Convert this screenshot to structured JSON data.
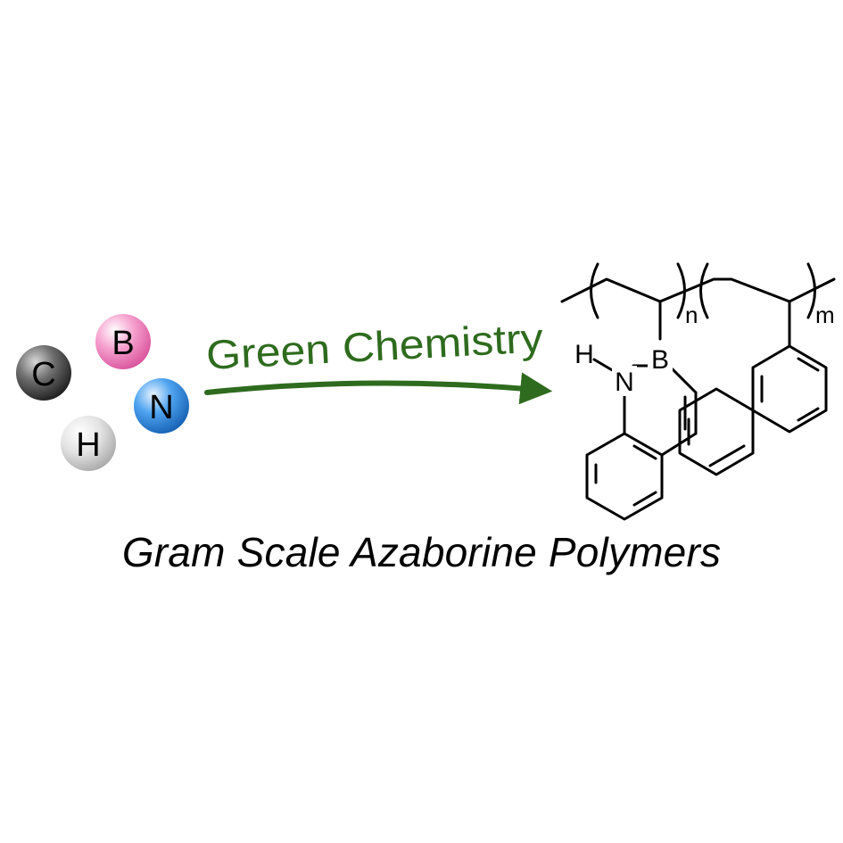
{
  "atoms": [
    {
      "symbol": "C",
      "color": "#4a4a4a"
    },
    {
      "symbol": "B",
      "color": "#f07bb8"
    },
    {
      "symbol": "N",
      "color": "#2f8de0"
    },
    {
      "symbol": "H",
      "color": "#cfcfcf"
    }
  ],
  "arrow": {
    "label": "Green Chemistry",
    "color": "#2e6b1e"
  },
  "structure": {
    "heteroatoms": {
      "n": "N",
      "b": "B",
      "h": "H"
    },
    "subscripts": {
      "first": "n",
      "second": "m"
    },
    "bond_color": "#000000"
  },
  "caption": "Gram Scale Azaborine Polymers"
}
